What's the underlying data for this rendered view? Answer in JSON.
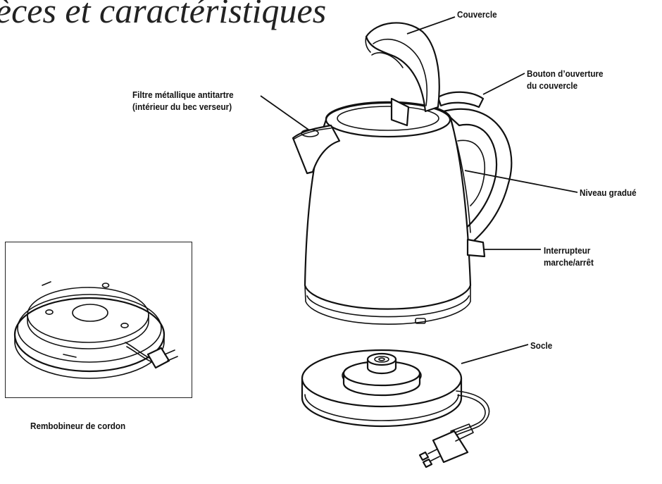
{
  "title": "ièces et caractéristiques",
  "labels": {
    "couvercle": "Couvercle",
    "bouton_line1": "Bouton d’ouverture",
    "bouton_line2": "du couvercle",
    "filtre_line1": "Filtre métallique antitartre",
    "filtre_line2": "(intérieur du bec verseur)",
    "niveau": "Niveau gradué",
    "interrupteur_line1": "Interrupteur",
    "interrupteur_line2": "marche/arrêt",
    "socle": "Socle",
    "rembobineur": "Rembobineur de cordon"
  }
}
